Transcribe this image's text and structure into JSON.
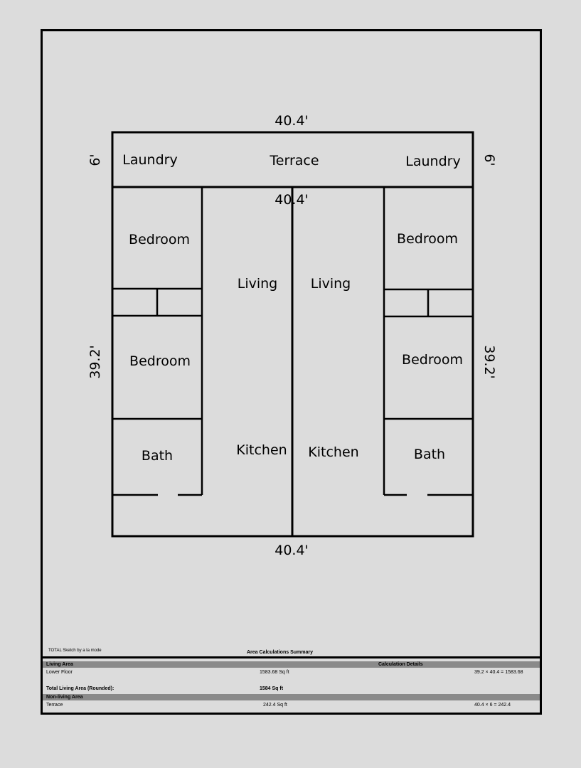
{
  "plan": {
    "rooms": {
      "laundry_left": "Laundry",
      "terrace": "Terrace",
      "laundry_right": "Laundry",
      "bedroom_left_top": "Bedroom",
      "bedroom_left_bottom": "Bedroom",
      "bath_left": "Bath",
      "living_left": "Living",
      "kitchen_left": "Kitchen",
      "living_right": "Living",
      "kitchen_right": "Kitchen",
      "bedroom_right_top": "Bedroom",
      "bedroom_right_bottom": "Bedroom",
      "bath_right": "Bath"
    },
    "dimensions": {
      "top": "40.4'",
      "terrace_left": "6'",
      "terrace_right": "6'",
      "inner_top": "40.4'",
      "left": "39.2'",
      "right": "39.2'",
      "bottom": "40.4'"
    }
  },
  "summary": {
    "caption_left": "TOTAL Sketch by a la mode",
    "caption_title": "Area Calculations Summary",
    "living_area_header": "Living Area",
    "calc_details_header": "Calculation Details",
    "lower_floor": {
      "label": "Lower Floor",
      "area": "1583.68 Sq ft",
      "calc": "39.2 × 40.4  =  1583.68"
    },
    "total_living": {
      "label": "Total Living Area (Rounded):",
      "area": "1584 Sq ft"
    },
    "non_living_header": "Non-living Area",
    "terrace": {
      "label": "Terrace",
      "area": "242.4 Sq ft",
      "calc": "40.4 × 6     =     242.4"
    }
  }
}
